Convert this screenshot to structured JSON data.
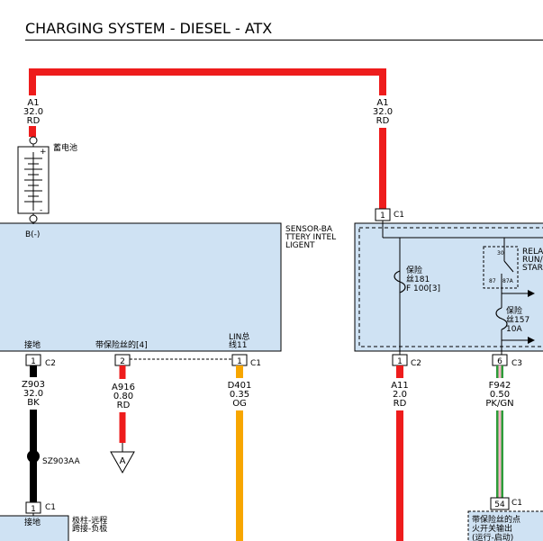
{
  "title": "CHARGING SYSTEM - DIESEL - ATX",
  "wires": {
    "a1_left": {
      "circuit": "A1",
      "gauge": "32.0",
      "color": "RD"
    },
    "a1_right": {
      "circuit": "A1",
      "gauge": "32.0",
      "color": "RD"
    },
    "z903": {
      "circuit": "Z903",
      "gauge": "32.0",
      "color": "BK"
    },
    "a916": {
      "circuit": "A916",
      "gauge": "0.80",
      "color": "RD"
    },
    "d401": {
      "circuit": "D401",
      "gauge": "0.35",
      "color": "OG"
    },
    "a11": {
      "circuit": "A11",
      "gauge": "2.0",
      "color": "RD"
    },
    "f942": {
      "circuit": "F942",
      "gauge": "0.50",
      "color": "PK/GN"
    }
  },
  "battery": {
    "label": "蓄电池",
    "plus": "+",
    "minus": "-"
  },
  "sensor": {
    "name_lines": [
      "SENSOR-BA",
      "TTERY INTEL",
      "LIGENT"
    ],
    "b_minus": "B(-)",
    "pin_ground": "接地",
    "pin_fused": "带保险丝的[4]",
    "pin_lin_lines": [
      "LIN总",
      "线11"
    ]
  },
  "connectors": {
    "c2_ground": {
      "pin": "1",
      "name": "C2"
    },
    "pin_a916": {
      "pin": "2"
    },
    "c1_lin": {
      "pin": "1",
      "name": "C1"
    },
    "c1_box": {
      "pin": "1",
      "name": "C1"
    },
    "c2_box": {
      "pin": "1",
      "name": "C2"
    },
    "c3_box": {
      "pin": "6",
      "name": "C3"
    },
    "c1_ground": {
      "pin": "1",
      "name": "C1"
    },
    "c1_bottom": {
      "pin": "54",
      "name": "C1"
    }
  },
  "splice": "SZ903AA",
  "ref_a": "A",
  "fuse181": {
    "lines": [
      "保险",
      "丝181",
      "F 100[3]"
    ]
  },
  "fuse157": {
    "lines": [
      "保险",
      "丝157",
      "10A"
    ]
  },
  "relay": {
    "pin30": "30",
    "pin87": "87",
    "pin87a": "87A",
    "label_lines": [
      "RELA",
      "RUN/",
      "STAR"
    ]
  },
  "ground_box": {
    "label": "接地",
    "side_lines": [
      "极柱-远程",
      "跨接-负极"
    ]
  },
  "bottom_box": {
    "lines": [
      "带保险丝的点",
      "火开关输出",
      "(运行-启动)"
    ]
  },
  "colors": {
    "red": "#ee1c1c",
    "black": "#000000",
    "orange": "#f7a600",
    "green": "#2e9c3a",
    "pink": "#f7b4c7",
    "box_fill": "#cfe2f3"
  }
}
